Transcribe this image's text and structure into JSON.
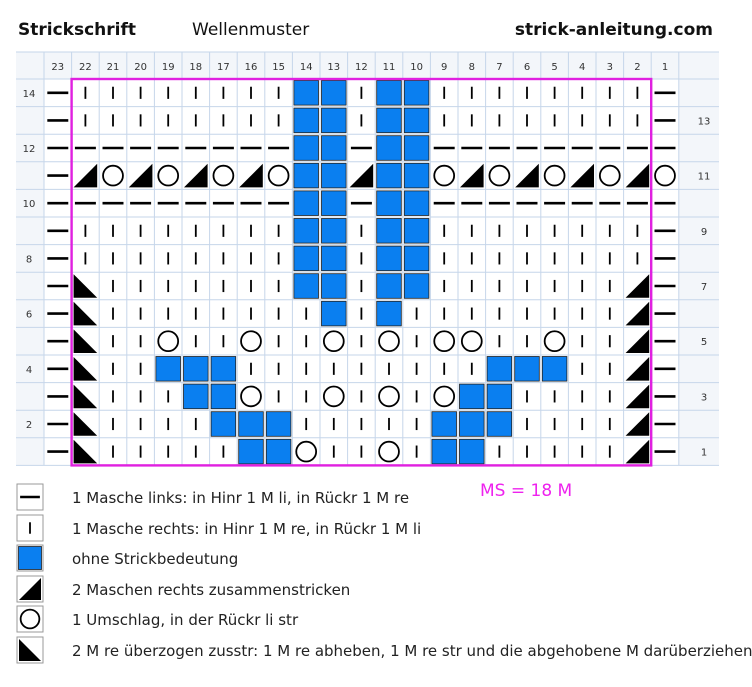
{
  "header": {
    "title": "Strickschrift",
    "pattern_name": "Wellenmuster",
    "site": "strick-anleitung.com"
  },
  "chart_data": {
    "type": "knitting-chart",
    "columns": [
      "23",
      "22",
      "21",
      "20",
      "19",
      "18",
      "17",
      "16",
      "15",
      "14",
      "13",
      "12",
      "11",
      "10",
      "9",
      "8",
      "7",
      "6",
      "5",
      "4",
      "3",
      "2",
      "1"
    ],
    "rows_left": [
      "14",
      "",
      "12",
      "",
      "10",
      "",
      "8",
      "",
      "6",
      "",
      "4",
      "",
      "2",
      ""
    ],
    "rows_right": [
      "",
      "13",
      "",
      "11",
      "",
      "9",
      "",
      "7",
      "",
      "5",
      "",
      "3",
      "",
      "1"
    ],
    "grid": [
      "LRRRRRRRRBBRBBRRRRRRRRL",
      "LRRRRRRRRBBRBBRRRRRRRRL",
      "LLLLLLLLLBBLBBLLLLLLLLL",
      "LKOKOKOKOBBKBBOKOKOKOKO",
      "LLLLLLLLLBBLBBLLLLLLLLL",
      "LRRRRRRRRBBRBBRRRRRRRRL",
      "LRRRRRRRRBBRBBRRRRRRRRL",
      "LSRRRRRRRBBRBBRRRRRRRKL",
      "LSRRRRRRRRBRBRRRRRRRRKL",
      "LSRRORRORROROROORRORRKL",
      "LSRRBBBRRRRRRRRRBBBRRKL",
      "LSRRRBBORROROROBBRRRRKL",
      "LSRRRRBBBRRRRRBBBRRRRKL",
      "LSRRRRRBBORRORBBRRRRRKL"
    ],
    "legend": [
      {
        "symbol": "L",
        "text": "1 Masche links: in Hinr 1 M li, in Rückr 1 M re"
      },
      {
        "symbol": "R",
        "text": "1 Masche rechts: in Hinr 1 M re, in Rückr 1 M li"
      },
      {
        "symbol": "B",
        "text": "ohne Strickbedeutung"
      },
      {
        "symbol": "K",
        "text": "2 Maschen rechts zusammenstricken"
      },
      {
        "symbol": "O",
        "text": "1 Umschlag, in der Rückr li str"
      },
      {
        "symbol": "S",
        "text": "2 M re überzogen zusstr: 1 M re abheben, 1 M re str und die abgehobene M darüberziehen"
      }
    ],
    "repeat_label": "MS = 18 M",
    "colors": {
      "blue": "#0a7ff0",
      "repeat_border": "#e020e0",
      "header_bg": "#f3f6fa",
      "grid_line": "#c6d6ea"
    }
  }
}
